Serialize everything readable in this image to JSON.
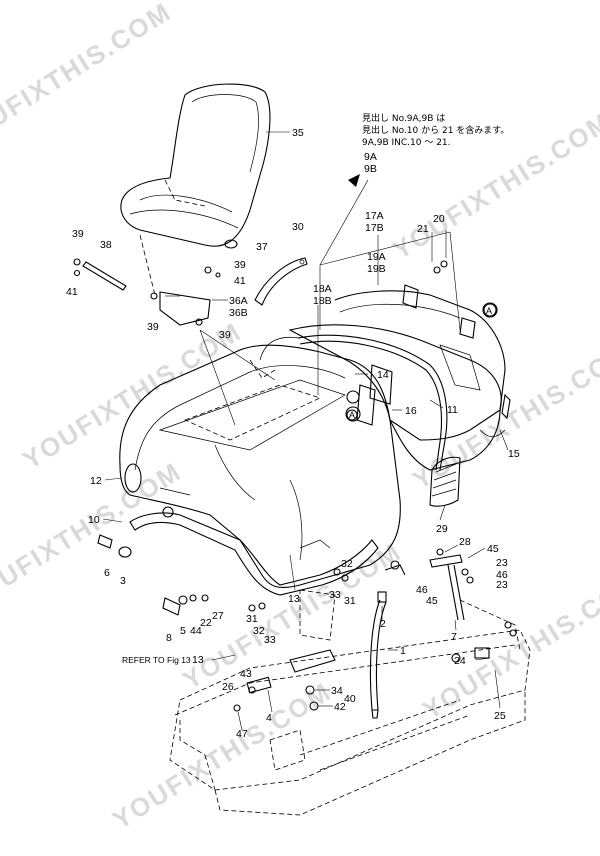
{
  "watermark": "YOUFIXTHIS.COM",
  "notes": {
    "line1": "見出し No.9A,9B は",
    "line2": "見出し No.10 から 21 を含みます。",
    "line3": "9A,9B  INC.10 ～ 21.",
    "ref_9a": "9A",
    "ref_9b": "9B"
  },
  "refer_text": "REFER  TO  Fig  13",
  "callout_a": "A",
  "labels": {
    "l1": "1",
    "l2": "2",
    "l3": "3",
    "l4": "4",
    "l5": "5",
    "l6": "6",
    "l7": "7",
    "l8": "8",
    "l10": "10",
    "l11": "11",
    "l12": "12",
    "l13": "13",
    "l14": "14",
    "l15": "15",
    "l16": "16",
    "l17a": "17A",
    "l17b": "17B",
    "l18a": "18A",
    "l18b": "18B",
    "l19a": "19A",
    "l19b": "19B",
    "l20": "20",
    "l21": "21",
    "l22": "22",
    "l23a": "23",
    "l23b": "23",
    "l24": "24",
    "l25": "25",
    "l26": "26",
    "l27": "27",
    "l28": "28",
    "l29": "29",
    "l30": "30",
    "l31a": "31",
    "l31b": "31",
    "l32a": "32",
    "l32b": "32",
    "l33a": "33",
    "l33b": "33",
    "l34": "34",
    "l35": "35",
    "l36a": "36A",
    "l36b": "36B",
    "l37": "37",
    "l38": "38",
    "l39a": "39",
    "l39b": "39",
    "l39c": "39",
    "l39d": "39",
    "l40": "40",
    "l41a": "41",
    "l41b": "41",
    "l42": "42",
    "l43": "43",
    "l44": "44",
    "l45a": "45",
    "l45b": "45",
    "l46a": "46",
    "l46b": "46",
    "l47": "47"
  }
}
